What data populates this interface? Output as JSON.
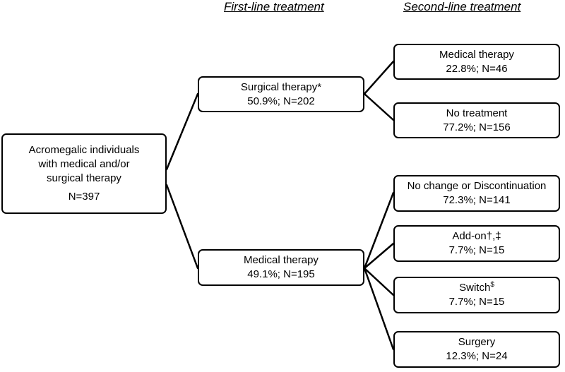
{
  "headers": {
    "first_line": "First-line treatment",
    "second_line": "Second-line treatment"
  },
  "root": {
    "line1": "Acromegalic individuals",
    "line2": "with medical and/or",
    "line3": "surgical therapy",
    "count": "N=397"
  },
  "first_line": {
    "surgical": {
      "label": "Surgical therapy*",
      "stat": "50.9%; N=202"
    },
    "medical": {
      "label": "Medical therapy",
      "stat": "49.1%; N=195"
    }
  },
  "second_line": {
    "after_surgery": [
      {
        "label": "Medical therapy",
        "stat": "22.8%; N=46"
      },
      {
        "label": "No treatment",
        "stat": "77.2%; N=156"
      }
    ],
    "after_medical": [
      {
        "label": "No change or Discontinuation",
        "stat": "72.3%; N=141"
      },
      {
        "label": "Add-on†,‡",
        "stat": "7.7%; N=15"
      },
      {
        "label": "Switch",
        "sup": "$",
        "stat": "7.7%; N=15"
      },
      {
        "label": "Surgery",
        "stat": "12.3%; N=24"
      }
    ]
  },
  "colors": {
    "stroke": "#000000",
    "background": "#ffffff"
  }
}
